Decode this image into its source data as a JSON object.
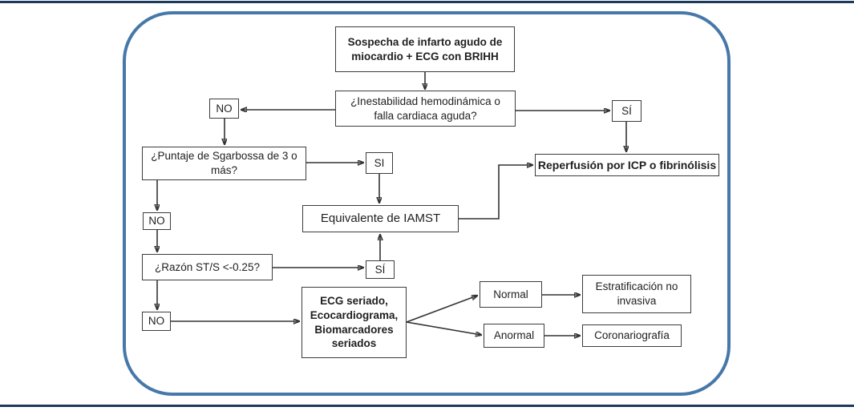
{
  "diagram": {
    "title": "Algoritmo: sospecha de infarto agudo de miocardio con BRIHH",
    "colors": {
      "frame_border": "#4678a9",
      "rule_line": "#1d3a5c",
      "node_border": "#3c3c3c",
      "arrow": "#333333",
      "text": "#1f1f1f",
      "background": "#ffffff"
    },
    "nodes": {
      "start": {
        "label": "Sospecha de infarto agudo de\nmiocardio + ECG con BRIHH"
      },
      "q_inestabilidad": {
        "label": "¿Inestabilidad hemodinámica o\nfalla cardiaca aguda?"
      },
      "no1": {
        "label": "NO"
      },
      "si1": {
        "label": "SÍ"
      },
      "q_sgarbossa": {
        "label": "¿Puntaje de Sgarbossa de 3 o\nmás?"
      },
      "si2": {
        "label": "SI"
      },
      "reperfusion": {
        "label": "Reperfusión por ICP o fibrinólisis"
      },
      "equivalente": {
        "label": "Equivalente de IAMST"
      },
      "no2": {
        "label": "NO"
      },
      "q_razon": {
        "label": "¿Razón ST/S <-0.25?"
      },
      "si3": {
        "label": "SÍ"
      },
      "no3": {
        "label": "NO"
      },
      "ecg_seriado": {
        "label": "ECG seriado,\nEcocardiograma,\nBiomarcadores\nseriados"
      },
      "normal": {
        "label": "Normal"
      },
      "anormal": {
        "label": "Anormal"
      },
      "estratificacion": {
        "label": "Estratificación no\ninvasiva"
      },
      "coronariografia": {
        "label": "Coronariografía"
      }
    }
  }
}
